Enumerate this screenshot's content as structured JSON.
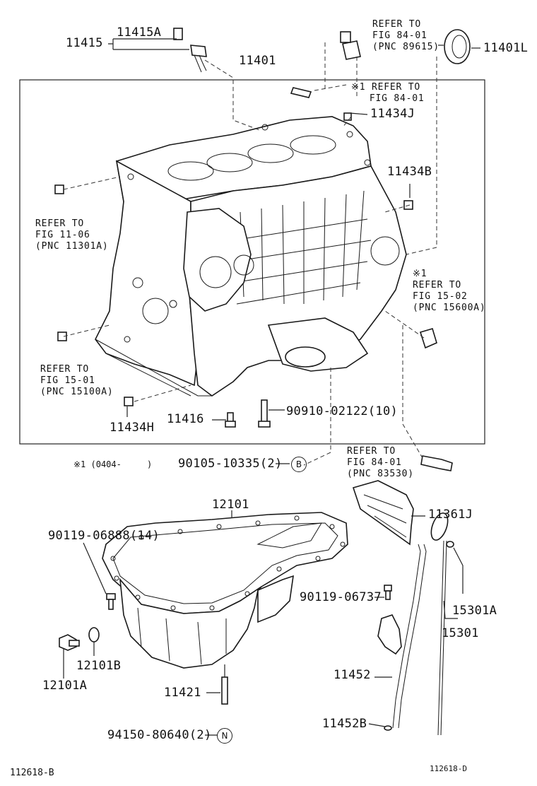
{
  "callouts": {
    "p11415": "11415",
    "p11415A": "11415A",
    "p11401": "11401",
    "p11401L": "11401L",
    "p11434J": "11434J",
    "p11434B": "11434B",
    "p11434H": "11434H",
    "p11416": "11416",
    "p90910": "90910-02122(10)",
    "p90105": "90105-10335(2)",
    "p12101": "12101",
    "p11361J": "11361J",
    "p90119a": "90119-06888(14)",
    "p90119b": "90119-06737",
    "p15301A": "15301A",
    "p15301": "15301",
    "p12101B": "12101B",
    "p12101A": "12101A",
    "p11452": "11452",
    "p11421": "11421",
    "p94150": "94150-80640(2)",
    "p11452B": "11452B"
  },
  "references": {
    "r1": "REFER TO\nFIG 84-01\n(PNC 89615)",
    "r2": "※1 REFER TO\n   FIG 84-01",
    "r3": "REFER TO\nFIG 11-06\n(PNC 11301A)",
    "r4": "※1\nREFER TO\nFIG 15-02\n(PNC 15600A)",
    "r5": "REFER TO\nFIG 15-01\n(PNC 15100A)",
    "r6": "REFER TO\nFIG 84-01\n(PNC 83530)"
  },
  "footnote": "※1 (0404-     )",
  "badges": {
    "b": "B",
    "n": "N"
  },
  "diagram_ids": {
    "left": "112618-B",
    "right": "112618-D"
  }
}
